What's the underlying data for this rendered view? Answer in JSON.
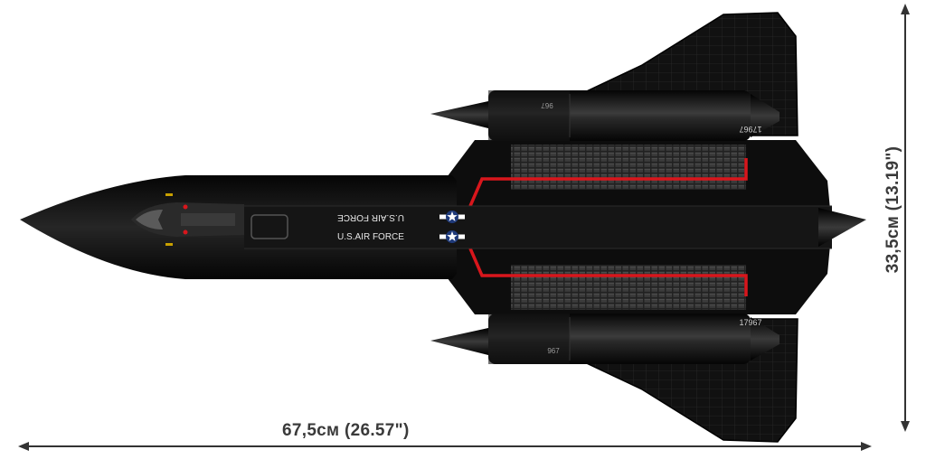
{
  "dimensions": {
    "width_label": "67,5см (26.57\")",
    "height_label": "33,5см (13.19\")"
  },
  "aircraft": {
    "marking_top": "U.S.AIR FORCE",
    "marking_bottom": "U.S.AIR FORCE",
    "tail_number_top": "17967",
    "tail_number_bottom": "17967",
    "nacelle_number_top": "967",
    "nacelle_number_bottom": "967",
    "body_color": "#0c0c0c",
    "accent_color": "#d8161c",
    "roundel_color": "#1f3a7a"
  }
}
